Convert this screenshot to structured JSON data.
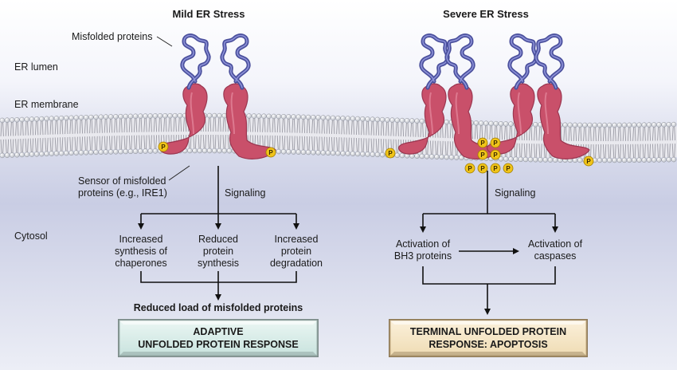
{
  "left_panel": {
    "title": "Mild ER Stress",
    "signaling": "Signaling",
    "outcomes": [
      [
        "Increased",
        "synthesis of",
        "chaperones"
      ],
      [
        "Reduced",
        "protein",
        "synthesis"
      ],
      [
        "Increased",
        "protein",
        "degradation"
      ]
    ],
    "result": "Reduced load of misfolded proteins",
    "box": [
      "ADAPTIVE",
      "UNFOLDED PROTEIN RESPONSE"
    ]
  },
  "right_panel": {
    "title": "Severe ER Stress",
    "signaling": "Signaling",
    "outcome_left": [
      "Activation of",
      "BH3 proteins"
    ],
    "outcome_right": [
      "Activation of",
      "caspases"
    ],
    "box": [
      "TERMINAL UNFOLDED PROTEIN",
      "RESPONSE: APOPTOSIS"
    ]
  },
  "labels": {
    "misfolded": "Misfolded proteins",
    "er_lumen": "ER lumen",
    "er_membrane": "ER membrane",
    "sensor": [
      "Sensor of misfolded",
      "proteins (e.g., IRE1)"
    ],
    "cytosol": "Cytosol"
  },
  "phospho_label": "P",
  "colors": {
    "lumen": "#f2f4fa",
    "cytosol_top": "#cdd1e6",
    "cytosol_bottom": "#e8eaf4",
    "sensor": "#c9506a",
    "misfolded": "#4a4f9c",
    "phosphate": "#f0c419",
    "adaptive_box": "#d6ece8",
    "apoptosis_box": "#f6e4c4"
  }
}
